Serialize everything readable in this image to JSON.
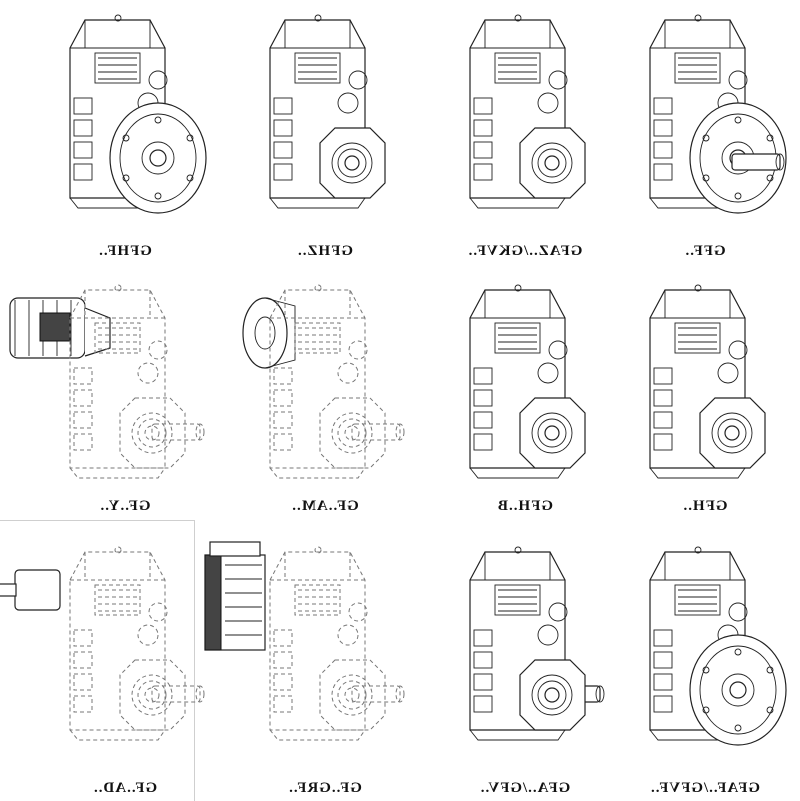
{
  "catalog": {
    "items": [
      {
        "label": "GFHF..",
        "variant": "solid-flange",
        "row": 0,
        "col": 0
      },
      {
        "label": "GFHZ..",
        "variant": "solid-hollow",
        "row": 0,
        "col": 1
      },
      {
        "label": "GFAZ../GKVF..",
        "variant": "solid-hollow",
        "row": 0,
        "col": 2
      },
      {
        "label": "GFF..",
        "variant": "solid-flange-shaft",
        "row": 0,
        "col": 3
      },
      {
        "label": "GF..Y..",
        "variant": "dashed-motor",
        "row": 1,
        "col": 0
      },
      {
        "label": "GF..AM..",
        "variant": "dashed-adapter",
        "row": 1,
        "col": 1
      },
      {
        "label": "GFH..B",
        "variant": "solid-hollow",
        "row": 1,
        "col": 2
      },
      {
        "label": "GFH..",
        "variant": "solid-hollow",
        "row": 1,
        "col": 3
      },
      {
        "label": "GF..AD..",
        "variant": "dashed-input",
        "row": 2,
        "col": 0
      },
      {
        "label": "GF..GRF..",
        "variant": "dashed-gearbox",
        "row": 2,
        "col": 1
      },
      {
        "label": "GFA../GFV..",
        "variant": "solid-shaft",
        "row": 2,
        "col": 2
      },
      {
        "label": "GFAF../GFVF..",
        "variant": "solid-flange",
        "row": 2,
        "col": 3
      }
    ]
  }
}
